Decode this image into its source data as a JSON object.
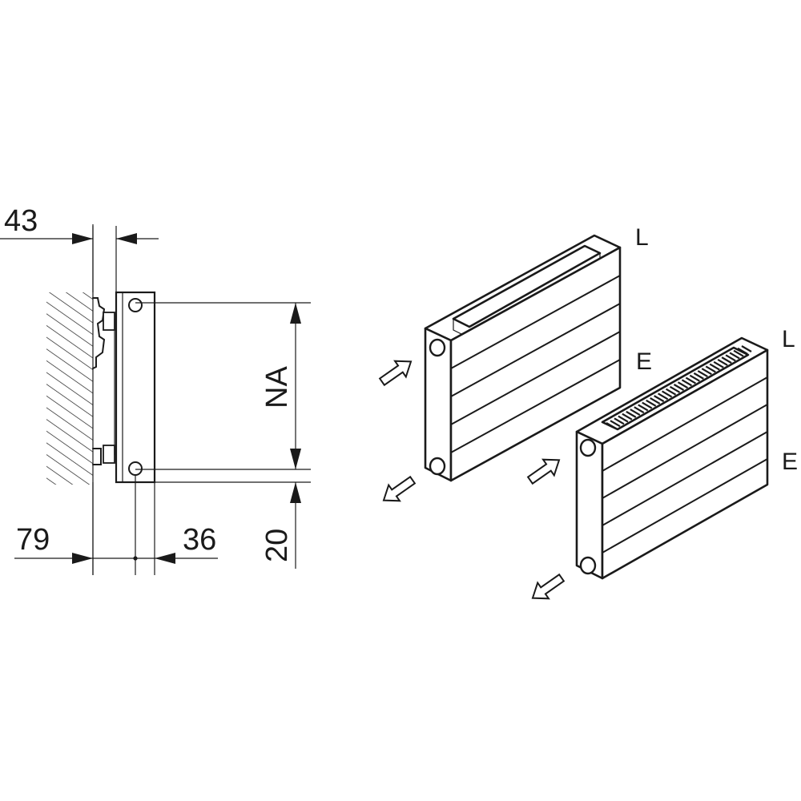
{
  "dimensions": {
    "top_offset": "43",
    "bottom_left": "79",
    "bottom_right": "36",
    "connection_spacing": "NA",
    "bottom_gap": "20"
  },
  "labels": {
    "left_panel_tag": "L",
    "right_panel_top_tag": "L",
    "right_panel_mid_tag": "E",
    "right_panel_side_tag": "E"
  },
  "colors": {
    "line": "#1a1a1a",
    "background": "#ffffff"
  }
}
